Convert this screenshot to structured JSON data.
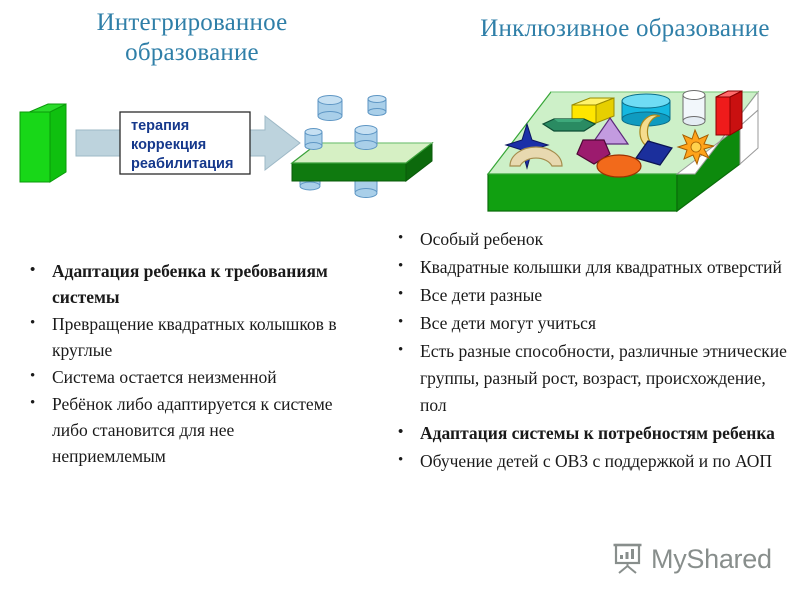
{
  "slide": {
    "title_left": "Интегрированное образование",
    "title_right": "Инклюзивное образование",
    "title_color": "#2f7fa8",
    "background": "#ffffff"
  },
  "left_diagram": {
    "name": "integrated-education-diagram",
    "source_block": {
      "label": "child-block",
      "color": "#18d718",
      "shape": "rectangular-prism"
    },
    "arrow": {
      "label": "process-arrow",
      "color": "#bdd3dd",
      "direction": "right"
    },
    "arrow_box": {
      "lines": [
        "терапия",
        "коррекция",
        "реабилитация"
      ],
      "text_color": "#15388c",
      "fill": "#ffffff",
      "border": "#2b2b2b"
    },
    "platform": {
      "label": "system-platform",
      "top_color": "#d6f0c4",
      "side_color": "#118a11",
      "pegs": "round",
      "peg_color": "#a9cfe9",
      "peg_count": 4
    }
  },
  "right_diagram": {
    "name": "inclusive-education-diagram",
    "platform": {
      "label": "inclusive-platform",
      "top_color": "#cdf0c8",
      "side_color": "#11a011",
      "peg_count": 13
    },
    "shapes": [
      {
        "name": "yellow-cube",
        "color": "#ffe600"
      },
      {
        "name": "cyan-cylinder",
        "color": "#15b8e0"
      },
      {
        "name": "clear-cylinder",
        "color": "#f2f7fb"
      },
      {
        "name": "red-prism",
        "color": "#ef1b1b"
      },
      {
        "name": "green-hexagon",
        "color": "#2a8b62"
      },
      {
        "name": "purple-triangle",
        "color": "#c39be0"
      },
      {
        "name": "yellow-moon",
        "color": "#f5dd8e"
      },
      {
        "name": "orange-sun",
        "color": "#ffa31a"
      },
      {
        "name": "blue-star",
        "color": "#1b2fa8"
      },
      {
        "name": "magenta-pentagon",
        "color": "#9c1b6e"
      },
      {
        "name": "navy-diamond",
        "color": "#1b2f9c"
      },
      {
        "name": "orange-ellipse",
        "color": "#f26a1b"
      },
      {
        "name": "tan-arch",
        "color": "#e8d9b0"
      }
    ]
  },
  "list_left": {
    "name": "integrated-education-points",
    "items": [
      {
        "text": "Адаптация ребенка к требованиям системы",
        "bold": true
      },
      {
        "text": "Превращение квадратных колышков в круглые",
        "bold": false
      },
      {
        "text": "Система остается неизменной",
        "bold": false
      },
      {
        "text": "Ребёнок либо адаптируется к системе либо становится для нее неприемлемым",
        "bold": false
      }
    ]
  },
  "list_right": {
    "name": "inclusive-education-points",
    "items": [
      {
        "text": "Особый ребенок",
        "bold": false
      },
      {
        "text": "Квадратные колышки для квадратных отверстий",
        "bold": false
      },
      {
        "text": "Все дети разные",
        "bold": false
      },
      {
        "text": "Все дети могут учиться",
        "bold": false
      },
      {
        "text": "Есть разные способности, различные этнические группы, разный рост, возраст, происхождение, пол",
        "bold": false
      },
      {
        "text": "Адаптация системы к потребностям ребенка",
        "bold": true
      },
      {
        "text": "Обучение детей с ОВЗ с поддержкой и по АОП",
        "bold": false
      }
    ]
  },
  "watermark": {
    "text": "MyShared",
    "icon": "presentation-chart-icon",
    "color": "#5b6460"
  }
}
